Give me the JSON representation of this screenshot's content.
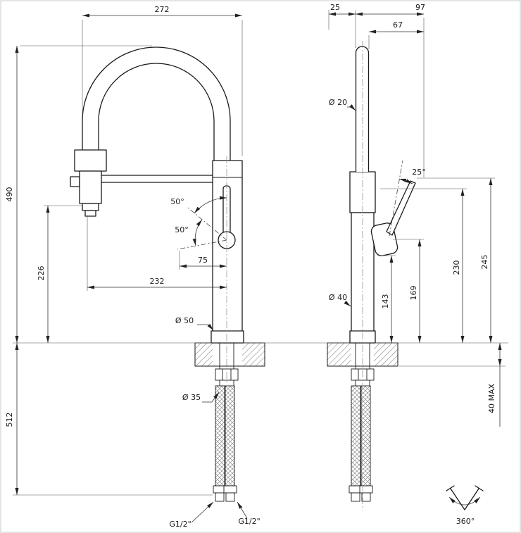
{
  "drawing": {
    "type": "faucet-dimensional-drawing",
    "line_color": "#1a1a1a",
    "background": "#ffffff"
  },
  "dims": {
    "front": {
      "w272": "272",
      "h490": "490",
      "h226": "226",
      "w232": "232",
      "w75": "75",
      "a50_top": "50°",
      "a50_bottom": "50°",
      "d50": "Ø 50",
      "h512": "512",
      "d35": "Ø 35",
      "g_left": "G1/2\"",
      "g_right": "G1/2\""
    },
    "side": {
      "w25": "25",
      "w97": "97",
      "w67": "67",
      "d20": "Ø 20",
      "a25": "25°",
      "d40": "Ø 40",
      "h143": "143",
      "h169": "169",
      "h230": "230",
      "h245": "245",
      "max40": "40 MAX",
      "rot360": "360°"
    }
  }
}
